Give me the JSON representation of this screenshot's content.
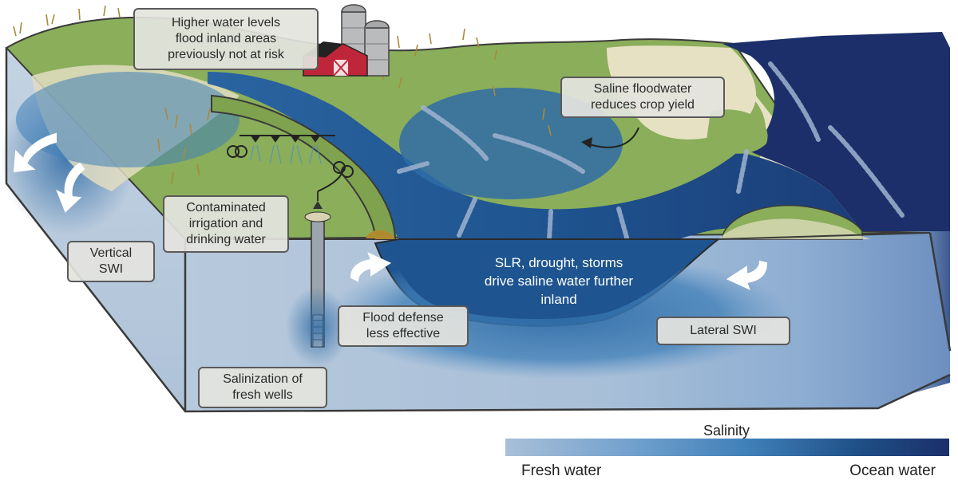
{
  "callouts": {
    "higher_water": "Higher water levels\nflood inland areas\npreviously not at risk",
    "saline_floodwater": "Saline floodwater\nreduces crop yield",
    "contaminated_irrigation": "Contaminated\nirrigation and\ndrinking water",
    "vertical_swi": "Vertical\nSWI",
    "flood_defense": "Flood defense\nless effective",
    "lateral_swi": "Lateral SWI",
    "salinization_wells": "Salinization of\nfresh wells"
  },
  "channel_text": "SLR, drought, storms\ndrive saline water further\ninland",
  "legend": {
    "title": "Salinity",
    "low_label": "Fresh water",
    "high_label": "Ocean water",
    "colors": [
      "#a9bfd8",
      "#6e9fcc",
      "#3f7fb8",
      "#1f4f86",
      "#1b2f6b"
    ]
  },
  "colors": {
    "land_green": "#8aae5a",
    "sand": "#e6e0c2",
    "river_blue": "#24558f",
    "ocean": "#1d2f6a",
    "ground_fresh": "#b9cbdd",
    "barn_red": "#c0263a"
  }
}
